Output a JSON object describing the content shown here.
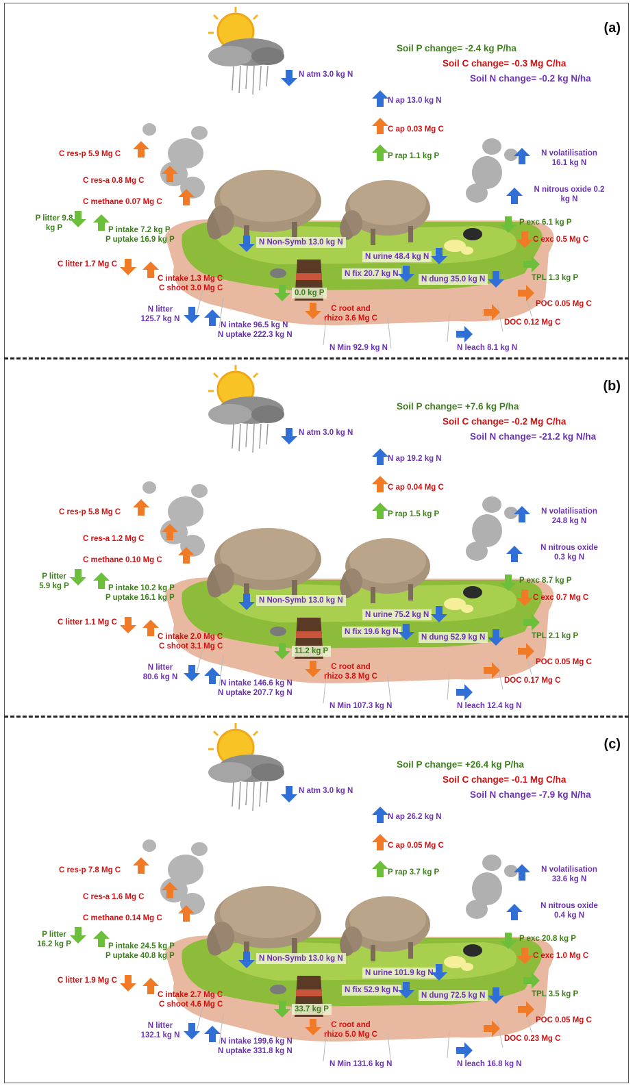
{
  "colors": {
    "carbon": "#d11212",
    "nitrogen": "#6b33b3",
    "phosphorus": "#3d7f1d",
    "arrow_n": "#2f6fd6",
    "arrow_c": "#f07a25",
    "arrow_p": "#6cbf3a"
  },
  "icons": [
    "sun-cloud-rain-icon",
    "smoke-cloud-icon",
    "sheep-icon",
    "fertilizer-bag-icon",
    "dung-pile-icon",
    "urine-patch-icon",
    "stone-icon",
    "arrow-up-icon",
    "arrow-down-icon",
    "arrow-right-icon"
  ],
  "panels": [
    {
      "label": "(a)",
      "soil_p": "Soil P change= -2.4 kg P/ha",
      "soil_c": "Soil C change= -0.3 Mg C/ha",
      "soil_n": "Soil N change= -0.2 kg N/ha",
      "n_atm": "N atm 3.0 kg N",
      "n_ap": "N ap 13.0 kg N",
      "c_ap": "C ap 0.03 Mg C",
      "p_rap": "P rap 1.1 kg P",
      "n_volatilisation_1": "N volatilisation",
      "n_volatilisation_2": "16.1 kg N",
      "n_nitrous_1": "N nitrous oxide 0.2",
      "n_nitrous_2": "kg N",
      "c_res_p": "C res-p 5.9 Mg C",
      "c_res_a": "C res-a 0.8 Mg C",
      "c_methane": "C methane 0.07 Mg C",
      "p_litter_1": "P litter 9.8",
      "p_litter_2": "kg P",
      "p_intake": "P intake 7.2 kg P",
      "p_uptake": "P uptake 16.9 kg P",
      "p_exc": "P exc 6.1 kg P",
      "c_exc": "C exc 0.5 Mg C",
      "n_nonsymb": "N Non-Symb 13.0 kg N",
      "n_urine": "N urine 48.4 kg N",
      "c_litter": "C litter 1.7 Mg C",
      "c_intake": "C intake 1.3 Mg C",
      "c_shoot": "C shoot 3.0 Mg C",
      "n_fix": "N fix 20.7 kg N",
      "n_dung": "N dung 35.0 kg N",
      "tpl": "TPL 1.3 kg P",
      "p_fert": "0.0 kg P",
      "poc": "POC 0.05 Mg C",
      "n_litter_1": "N litter",
      "n_litter_2": "125.7 kg N",
      "n_intake": "N intake 96.5 kg N",
      "n_uptake": "N uptake 222.3 kg N",
      "c_root_1": "C root and",
      "c_root_2": "rhizo 3.6 Mg C",
      "doc": "DOC 0.12 Mg C",
      "n_min": "N Min 92.9 kg N",
      "n_leach": "N leach 8.1 kg N"
    },
    {
      "label": "(b)",
      "soil_p": "Soil P change= +7.6 kg P/ha",
      "soil_c": "Soil C change= -0.2 Mg C/ha",
      "soil_n": "Soil N change= -21.2 kg N/ha",
      "n_atm": "N atm 3.0 kg N",
      "n_ap": "N ap 19.2 kg N",
      "c_ap": "C ap 0.04 Mg C",
      "p_rap": "P rap 1.5 kg P",
      "n_volatilisation_1": "N volatilisation",
      "n_volatilisation_2": "24.8 kg N",
      "n_nitrous_1": "N nitrous oxide",
      "n_nitrous_2": "0.3 kg N",
      "c_res_p": "C res-p 5.8 Mg C",
      "c_res_a": "C res-a 1.2 Mg C",
      "c_methane": "C methane 0.10 Mg C",
      "p_litter_1": "P litter",
      "p_litter_2": "5.9 kg P",
      "p_intake": "P intake 10.2 kg P",
      "p_uptake": "P uptake 16.1 kg P",
      "p_exc": "P exc 8.7 kg P",
      "c_exc": "C exc 0.7 Mg C",
      "n_nonsymb": "N Non-Symb 13.0 kg N",
      "n_urine": "N urine 75.2 kg N",
      "c_litter": "C litter 1.1 Mg C",
      "c_intake": "C intake 2.0 Mg C",
      "c_shoot": "C shoot 3.1 Mg C",
      "n_fix": "N fix 19.6 kg N",
      "n_dung": "N dung 52.9 kg N",
      "tpl": "TPL 2.1 kg P",
      "p_fert": "11.2 kg P",
      "poc": "POC 0.05 Mg C",
      "n_litter_1": "N litter",
      "n_litter_2": "80.6 kg N",
      "n_intake": "N intake 146.6 kg N",
      "n_uptake": "N uptake 207.7 kg N",
      "c_root_1": "C root and",
      "c_root_2": "rhizo 3.8 Mg C",
      "doc": "DOC 0.17 Mg C",
      "n_min": "N Min 107.3 kg N",
      "n_leach": "N leach 12.4 kg N"
    },
    {
      "label": "(c)",
      "soil_p": "Soil P change= +26.4 kg P/ha",
      "soil_c": "Soil C change= -0.1 Mg C/ha",
      "soil_n": "Soil N change= -7.9 kg N/ha",
      "n_atm": "N atm 3.0 kg N",
      "n_ap": "N ap 26.2 kg N",
      "c_ap": "C ap 0.05 Mg C",
      "p_rap": "P rap 3.7 kg P",
      "n_volatilisation_1": "N volatilisation",
      "n_volatilisation_2": "33.6 kg N",
      "n_nitrous_1": "N nitrous oxide",
      "n_nitrous_2": "0.4 kg N",
      "c_res_p": "C res-p 7.8 Mg C",
      "c_res_a": "C res-a 1.6 Mg C",
      "c_methane": "C methane 0.14 Mg C",
      "p_litter_1": "P litter",
      "p_litter_2": "16.2 kg P",
      "p_intake": "P intake 24.5 kg P",
      "p_uptake": "P uptake 40.8 kg P",
      "p_exc": "P exc 20.8 kg P",
      "c_exc": "C exc 1.0 Mg C",
      "n_nonsymb": "N Non-Symb 13.0 kg N",
      "n_urine": "N urine 101.9 kg N",
      "c_litter": "C litter 1.9 Mg C",
      "c_intake": "C intake 2.7 Mg C",
      "c_shoot": "C shoot 4.6 Mg C",
      "n_fix": "N fix 52.9 kg N",
      "n_dung": "N dung 72.5 kg N",
      "tpl": "TPL 3.5 kg P",
      "p_fert": "33.7 kg P",
      "poc": "POC 0.05 Mg C",
      "n_litter_1": "N litter",
      "n_litter_2": "132.1 kg N",
      "n_intake": "N intake 199.6 kg N",
      "n_uptake": "N uptake 331.8 kg N",
      "c_root_1": "C root and",
      "c_root_2": "rhizo 5.0 Mg C",
      "doc": "DOC 0.23 Mg C",
      "n_min": "N Min 131.6 kg N",
      "n_leach": "N leach 16.8 kg N"
    }
  ]
}
